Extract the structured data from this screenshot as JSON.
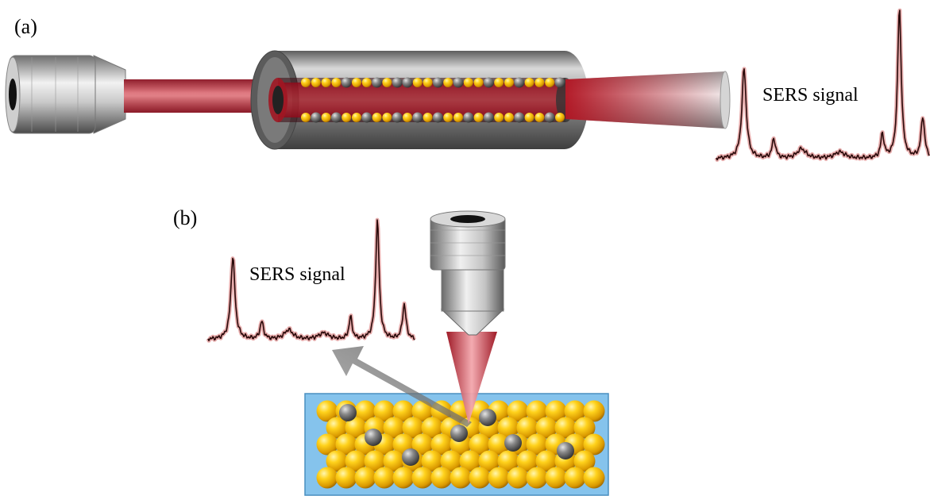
{
  "panel_a": {
    "label": "(a)",
    "signal_label": "SERS signal"
  },
  "panel_b": {
    "label": "(b)",
    "signal_label": "SERS signal"
  },
  "colors": {
    "laser": "#c8102e",
    "gold_nanoparticle": "#f2b705",
    "analyte_molecule": "#5a5a5a",
    "substrate": "#7fbfe8",
    "metal": "#8c8c8c",
    "spectrum_trace": "#2a0a0a",
    "spectrum_glow": "#d46a6a"
  },
  "icons": [
    "fiber-connector-icon",
    "capillary-tube-icon",
    "objective-lens-icon",
    "scatter-arrow-icon"
  ]
}
